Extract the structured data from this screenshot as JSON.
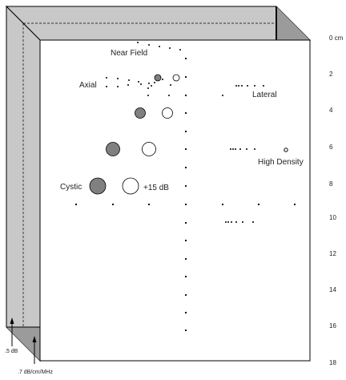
{
  "colors": {
    "frame": "#c8c8c8",
    "frame_dark": "#9b9b9b",
    "edge": "#000000",
    "cyst": "#808080",
    "background": "#ffffff"
  },
  "labels": {
    "near_field": "Near Field",
    "axial": "Axial",
    "lateral": "Lateral",
    "high_density": "High Density",
    "cystic": "Cystic",
    "plus_15": "+15 dB"
  },
  "depth_axis": {
    "unit": "cm",
    "ticks": [
      "0 cm",
      "2",
      "4",
      "6",
      "8",
      "10",
      "12",
      "14",
      "16",
      "18"
    ]
  },
  "side_labels": {
    "attenuation_left": ".5 dB",
    "attenuation_bottom": ".7 dB/cm/MHz"
  },
  "icons": {
    "arrow_left": "up-arrow",
    "arrow_bottom": "up-arrow"
  }
}
